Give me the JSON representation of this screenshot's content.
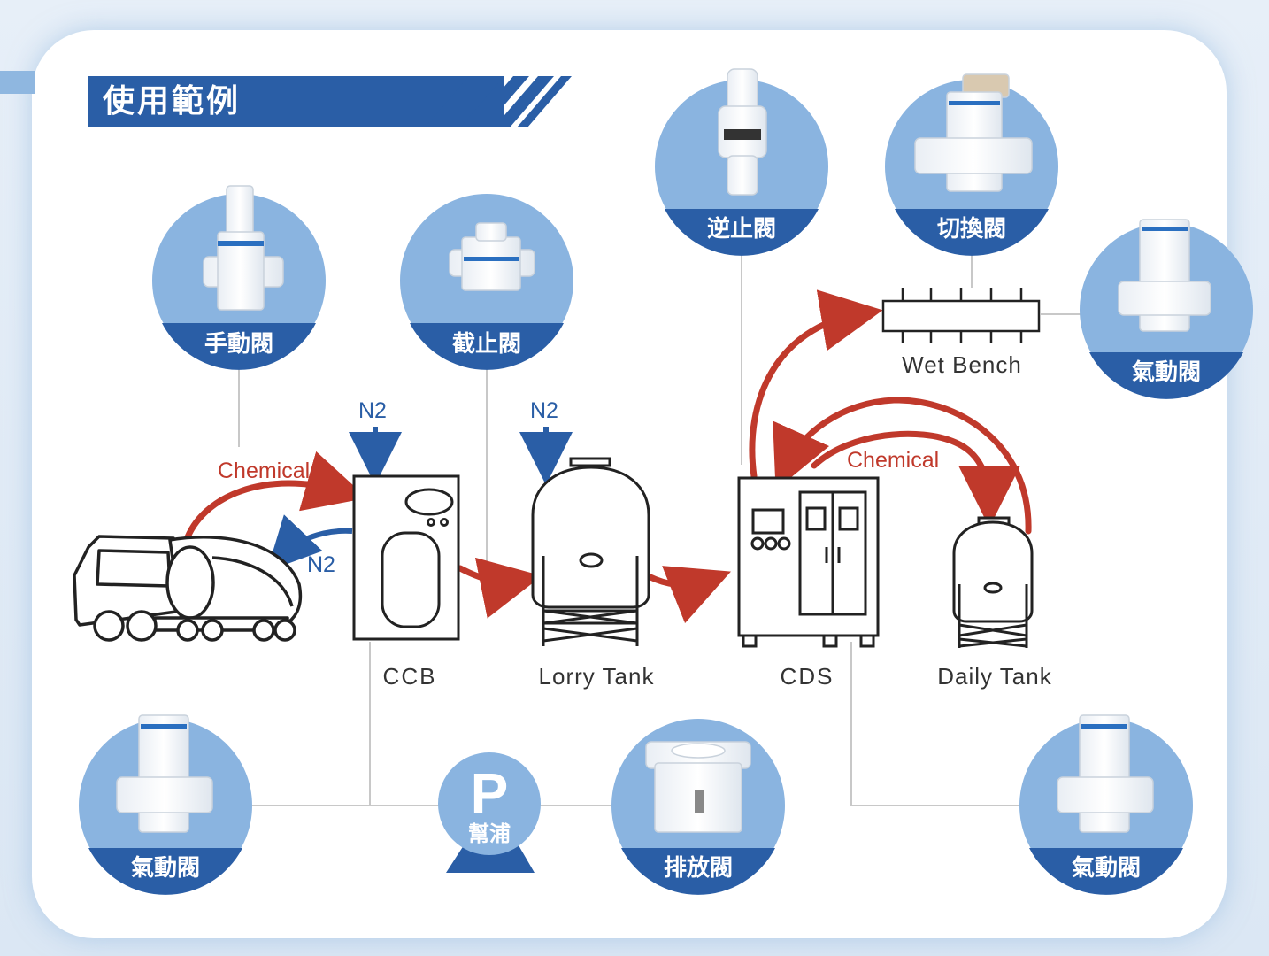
{
  "header": {
    "title": "使用範例"
  },
  "colors": {
    "brand_blue": "#2a5ea6",
    "circle_blue": "#8ab4e0",
    "flow_red": "#c0392b",
    "line_gray": "#c8c8c8"
  },
  "equipment": {
    "ccb": "CCB",
    "lorry_tank": "Lorry Tank",
    "cds": "CDS",
    "daily_tank": "Daily Tank",
    "wet_bench": "Wet Bench",
    "pump_letter": "P",
    "pump_label": "幫浦"
  },
  "flows": {
    "chemical_left": "Chemical",
    "chemical_right": "Chemical",
    "n2_ccb": "N2",
    "n2_lorry": "N2",
    "n2_return": "N2"
  },
  "valves": {
    "manual": "手動閥",
    "stop": "截止閥",
    "check": "逆止閥",
    "switch": "切換閥",
    "pneumatic_right": "氣動閥",
    "pneumatic_bottom_left": "氣動閥",
    "drain": "排放閥",
    "pneumatic_bottom_right": "氣動閥"
  }
}
